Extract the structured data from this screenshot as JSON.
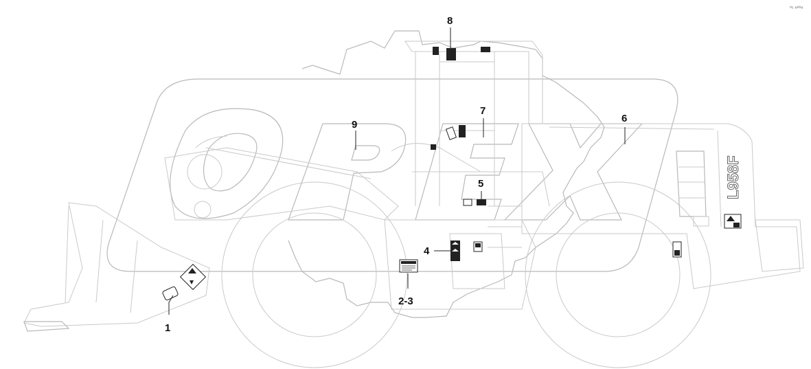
{
  "diagram": {
    "corner_note": "⁰⁵ ⁸⁰⁰⁸",
    "model_text": "L958F",
    "watermark_icon": "watermark-logo-icon",
    "callouts": [
      {
        "label": "1"
      },
      {
        "label": "2-3"
      },
      {
        "label": "4"
      },
      {
        "label": "5"
      },
      {
        "label": "6"
      },
      {
        "label": "7"
      },
      {
        "label": "8"
      },
      {
        "label": "9"
      }
    ]
  }
}
